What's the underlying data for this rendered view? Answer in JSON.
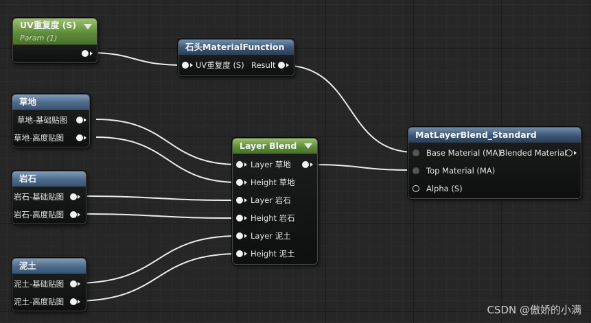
{
  "nodes": {
    "uv_param": {
      "title": "UV重复度 (S)",
      "subtitle": "Param (1)"
    },
    "material_function": {
      "title": "石头MaterialFunction",
      "input": "UV重复度 (S)",
      "output": "Result"
    },
    "grass": {
      "title": "草地",
      "pins": [
        "草地-基础贴图",
        "草地-高度贴图"
      ]
    },
    "rock": {
      "title": "岩石",
      "pins": [
        "岩石-基础贴图",
        "岩石-高度贴图"
      ]
    },
    "mud": {
      "title": "泥土",
      "pins": [
        "泥土-基础贴图",
        "泥土-高度贴图"
      ]
    },
    "layer_blend": {
      "title": "Layer Blend",
      "inputs": [
        "Layer 草地",
        "Height 草地",
        "Layer 岩石",
        "Height 岩石",
        "Layer 泥土",
        "Height 泥土"
      ]
    },
    "matlayer": {
      "title": "MatLayerBlend_Standard",
      "inputs": [
        "Base Material (MA)",
        "Top Material (MA)",
        "Alpha (S)"
      ],
      "output": "Blended Material"
    }
  },
  "watermark": "CSDN @傲娇的小满",
  "colors": {
    "param_header": "#5f8d3a",
    "function_header": "#3b5674",
    "wire": "#f0f0f0"
  }
}
